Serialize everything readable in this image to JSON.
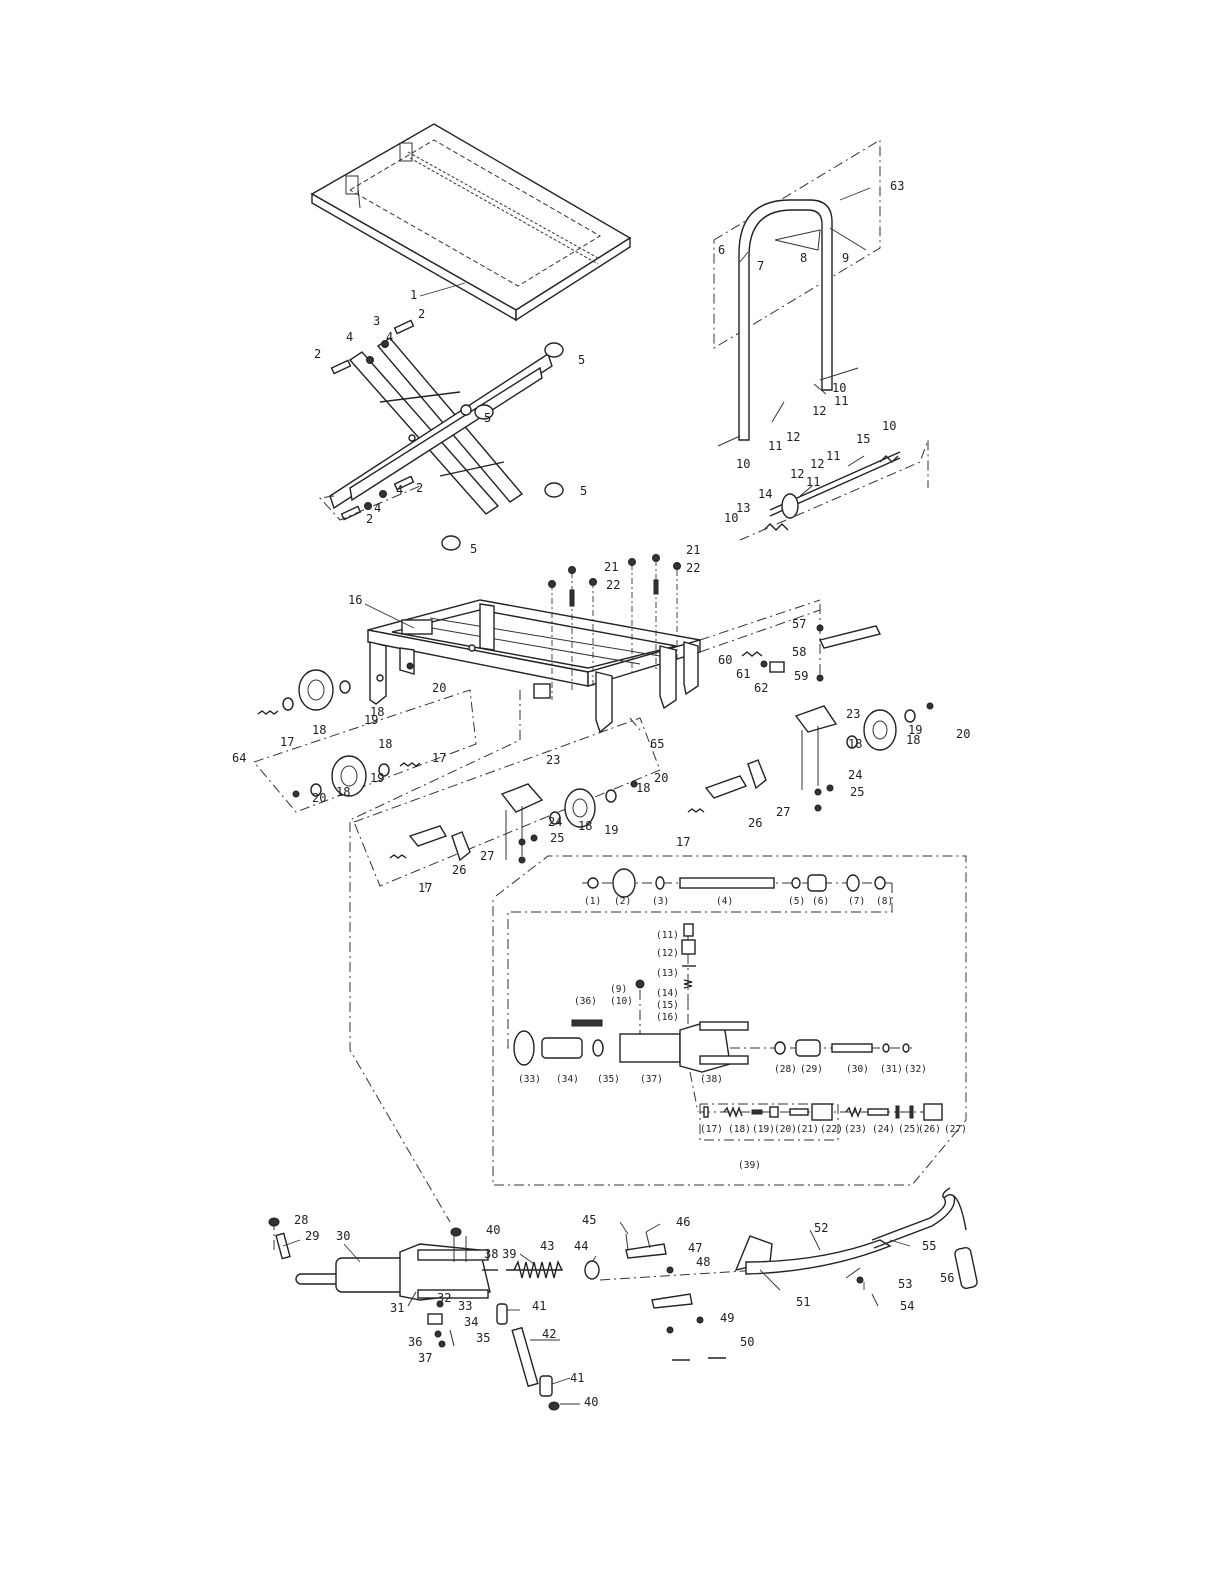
{
  "labels": {
    "outer": [
      "1",
      "2",
      "3",
      "4",
      "5",
      "6",
      "7",
      "8",
      "9",
      "10",
      "11",
      "12",
      "13",
      "14",
      "15",
      "16",
      "17",
      "18",
      "19",
      "20",
      "21",
      "22",
      "23",
      "24",
      "25",
      "26",
      "27",
      "28",
      "29",
      "30",
      "31",
      "32",
      "33",
      "34",
      "35",
      "36",
      "37",
      "38",
      "39",
      "40",
      "41",
      "42",
      "43",
      "44",
      "45",
      "46",
      "47",
      "48",
      "49",
      "50",
      "51",
      "52",
      "53",
      "54",
      "55",
      "56",
      "57",
      "58",
      "59",
      "60",
      "61",
      "62",
      "63",
      "64",
      "65"
    ],
    "inner": [
      "(1)",
      "(2)",
      "(3)",
      "(4)",
      "(5)",
      "(6)",
      "(7)",
      "(8)",
      "(9)",
      "(10)",
      "(11)",
      "(12)",
      "(13)",
      "(14)",
      "(15)",
      "(16)",
      "(17)",
      "(18)",
      "(19)",
      "(20)",
      "(21)",
      "(22)",
      "(23)",
      "(24)",
      "(25)",
      "(26)",
      "(27)",
      "(28)",
      "(29)",
      "(30)",
      "(31)",
      "(32)",
      "(33)",
      "(34)",
      "(35)",
      "(36)",
      "(37)",
      "(38)",
      "(39)"
    ]
  }
}
